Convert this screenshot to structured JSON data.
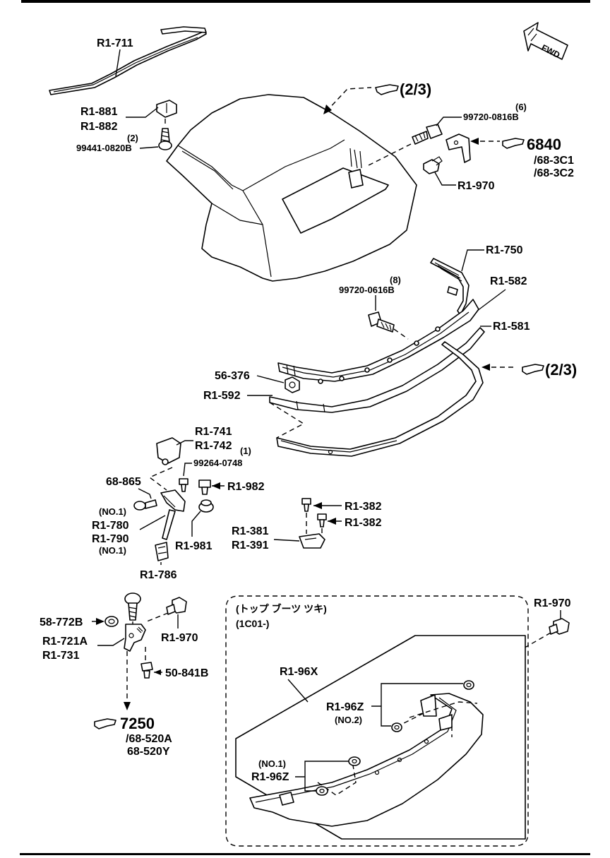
{
  "labels": {
    "r1_711": "R1-711",
    "ref_23_top": "(2/3)",
    "r1_881": "R1-881",
    "r1_882": "R1-882",
    "qty_2": "(2)",
    "p_99441": "99441-0820B",
    "qty_6": "(6)",
    "p_99720_0816": "99720-0816B",
    "ref_6840": "6840",
    "sub_68_3c1": "/68-3C1",
    "sub_68_3c2": "/68-3C2",
    "r1_970_top": "R1-970",
    "r1_750": "R1-750",
    "qty_8": "(8)",
    "p_99720_0616": "99720-0616B",
    "r1_582": "R1-582",
    "r1_581": "R1-581",
    "ref_23_mid": "(2/3)",
    "p_56_376": "56-376",
    "r1_592": "R1-592",
    "r1_741": "R1-741",
    "r1_742": "R1-742",
    "qty_1": "(1)",
    "p_99264": "99264-0748",
    "p_68_865": "68-865",
    "r1_982": "R1-982",
    "no1_a": "(NO.1)",
    "r1_780": "R1-780",
    "r1_790": "R1-790",
    "no1_b": "(NO.1)",
    "r1_981": "R1-981",
    "r1_786": "R1-786",
    "r1_382_a": "R1-382",
    "r1_382_b": "R1-382",
    "r1_381": "R1-381",
    "r1_391": "R1-391",
    "p_58_772b": "58-772B",
    "r1_721a": "R1-721A",
    "r1_731": "R1-731",
    "r1_970_mid": "R1-970",
    "p_50_841b": "50-841B",
    "ref_7250": "7250",
    "sub_68_520a": "/68-520A",
    "sub_68_520y": "68-520Y",
    "boot_jp": "(トップ ブーツ ツキ)",
    "boot_code": "(1C01-)",
    "r1_970_box": "R1-970",
    "r1_96x": "R1-96X",
    "r1_96z_a": "R1-96Z",
    "no2": "(NO.2)",
    "no1_c": "(NO.1)",
    "r1_96z_b": "R1-96Z"
  },
  "fwd": "FWD"
}
